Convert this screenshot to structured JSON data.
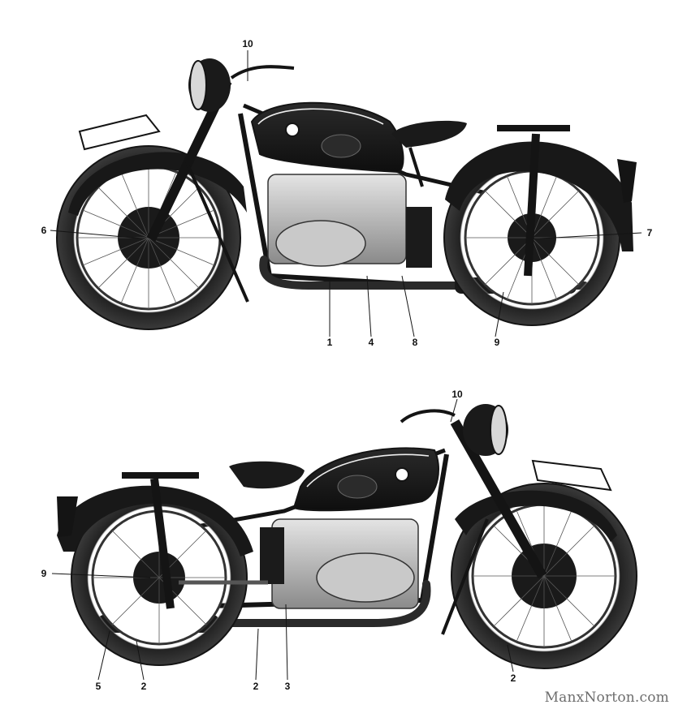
{
  "callouts": {
    "top": [
      "10",
      "6",
      "7",
      "1",
      "4",
      "8",
      "9"
    ],
    "bottom": [
      "10",
      "9",
      "5",
      "2",
      "2",
      "3",
      "2"
    ]
  },
  "watermark": "ManxNorton.com",
  "colors": {
    "ink": "#141414",
    "paper": "#ffffff",
    "mid": "#7a7a7a",
    "light": "#cfcfcf"
  }
}
